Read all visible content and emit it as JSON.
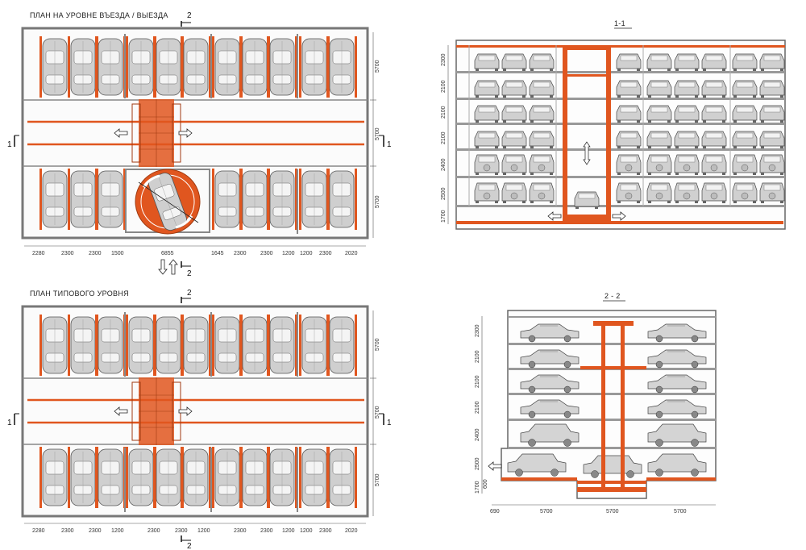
{
  "plans": {
    "entry": {
      "title": "ПЛАН  НА  УРОВНЕ  ВЪЕЗДА / ВЫЕЗДА",
      "bottom_dims": [
        "2280",
        "2300",
        "2300",
        "1500",
        "6855",
        "1645",
        "2300",
        "2300",
        "1200",
        "1200",
        "2300",
        "2020"
      ],
      "right_dims": [
        "5700",
        "5700",
        "5700"
      ],
      "section_mark_1": "1",
      "section_mark_2": "2"
    },
    "typical": {
      "title": "ПЛАН  ТИПОВОГО УРОВНЯ",
      "bottom_dims": [
        "2280",
        "2300",
        "2300",
        "1200",
        "2300",
        "2300",
        "1200",
        "2300",
        "2300",
        "1200",
        "1200",
        "2300",
        "2020"
      ],
      "right_dims": [
        "5700",
        "5700",
        "5700"
      ],
      "section_mark_1": "1",
      "section_mark_2": "2"
    }
  },
  "sections": {
    "s11": {
      "title": "1-1",
      "level_dims": [
        "2300",
        "2100",
        "2100",
        "2100",
        "2400",
        "2500",
        "1700"
      ]
    },
    "s22": {
      "title": "2 - 2",
      "level_dims": [
        "2300",
        "2100",
        "2100",
        "2100",
        "2400",
        "2500",
        "1700"
      ],
      "pit_dim": "600",
      "bottom_dims": [
        "690",
        "5700",
        "5700",
        "5700"
      ]
    }
  },
  "colors": {
    "accent": "#e0561f",
    "car_fill": "#c9c9c9",
    "wall": "#777777",
    "slab": "#999999"
  }
}
